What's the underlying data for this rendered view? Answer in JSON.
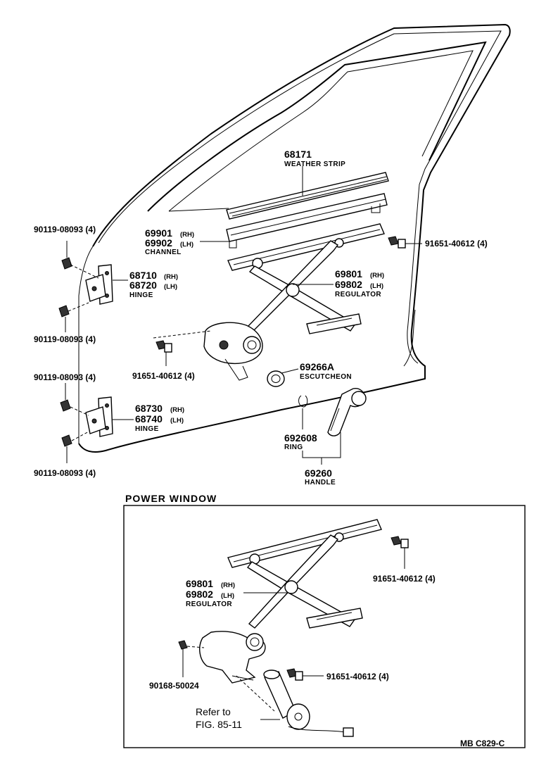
{
  "door": {
    "weather_strip": {
      "number": "68171",
      "caption": "WEATHER STRIP"
    },
    "channel": {
      "number_rh": "69901",
      "suffix_rh": "(RH)",
      "number_lh": "69902",
      "suffix_lh": "(LH)",
      "caption": "CHANNEL"
    },
    "hinge_upper": {
      "number_rh": "68710",
      "suffix_rh": "(RH)",
      "number_lh": "68720",
      "suffix_lh": "(LH)",
      "caption": "HINGE"
    },
    "hinge_lower": {
      "number_rh": "68730",
      "suffix_rh": "(RH)",
      "number_lh": "68740",
      "suffix_lh": "(LH)",
      "caption": "HINGE"
    },
    "regulator": {
      "number_rh": "69801",
      "suffix_rh": "(RH)",
      "number_lh": "69802",
      "suffix_lh": "(LH)",
      "caption": "REGULATOR"
    },
    "escutcheon": {
      "number": "69266A",
      "caption": "ESCUTCHEON"
    },
    "ring": {
      "number": "692608",
      "caption": "RING"
    },
    "handle": {
      "number": "69260",
      "caption": "HANDLE"
    },
    "bolts": {
      "hinge_bolt_1": "90119-08093 (4)",
      "hinge_bolt_2": "90119-08093 (4)",
      "hinge_bolt_3": "90119-08093 (4)",
      "hinge_bolt_4": "90119-08093 (4)",
      "regulator_bolt_right": "91651-40612 (4)",
      "regulator_bolt_left": "91651-40612 (4)"
    }
  },
  "power_window": {
    "title": "POWER  WINDOW",
    "regulator": {
      "number_rh": "69801",
      "suffix_rh": "(RH)",
      "number_lh": "69802",
      "suffix_lh": "(LH)",
      "caption": "REGULATOR"
    },
    "bolt_top_right": "91651-40612 (4)",
    "bolt_motor": "91651-40612 (4)",
    "screw_left": "90168-50024",
    "refer_line1": "Refer to",
    "refer_line2": "FIG. 85-11"
  },
  "footer_code": "MB  C829-C"
}
